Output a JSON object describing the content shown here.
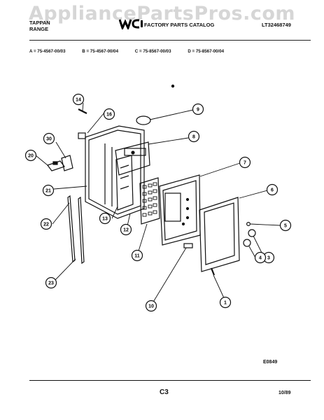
{
  "watermark": "AppliancePartsPros.com",
  "header": {
    "brand_line1": "TAPPAN",
    "brand_line2": "RANGE",
    "catalog_title": "FACTORY PARTS CATALOG",
    "doc_number": "LT32468749"
  },
  "models": [
    "A = 75-4567-00/03",
    "B = 75-4567-00/04",
    "C = 75-8567-00/03",
    "D = 75-8567-00/04"
  ],
  "callouts": [
    "14",
    "16",
    "9",
    "30",
    "8",
    "20",
    "7",
    "21",
    "6",
    "22",
    "13",
    "5",
    "12",
    "3",
    "4",
    "11",
    "23",
    "1",
    "10"
  ],
  "footer": {
    "figure_code": "E0849",
    "page_code": "C3",
    "date_code": "10/89"
  }
}
